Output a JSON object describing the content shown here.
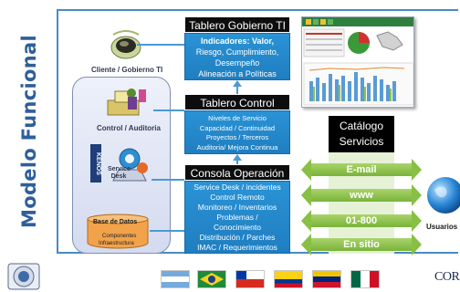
{
  "side_title": "Modelo Funcional",
  "tablero_gobierno": {
    "title": "Tablero  Gobierno TI",
    "lines": [
      "Indicadores: Valor,",
      "Riesgo, Cumplimiento,",
      "Desempeño",
      "Alineación a Políticas"
    ]
  },
  "tablero_control": {
    "title": "Tablero Control",
    "lines": [
      "Niveles de Servicio",
      "Capacidad / Continuidad",
      "Proyectos / Terceros",
      "Auditoria/  Mejora Continua"
    ]
  },
  "consola": {
    "title": "Consola Operación",
    "lines": [
      "Service Desk / incidentes",
      "Control Remoto",
      "Monitoreo / Inventarios",
      "Problemas /",
      "Conocimiento",
      "Distribución / Parches",
      "IMAC / Requerimientos"
    ]
  },
  "catalog": {
    "line1": "Catálogo",
    "line2": "Servicios"
  },
  "channels": [
    "E-mail",
    "www",
    "01-800",
    "En sitio"
  ],
  "labels": {
    "cliente": "Cliente / Gobierno TI",
    "control": "Control / Auditoria",
    "kenos": "KENOS",
    "service_desk_1": "Service",
    "service_desk_2": "Desk",
    "base_title": "Base de Datos",
    "base_l1": "Componentes",
    "base_l2": "Infraestructura",
    "usuarios": "Usuarios",
    "cor_logo": "COR"
  },
  "colors": {
    "frame": "#4a8ac4",
    "box_blue": "#2a93d6",
    "arrow_green": "#87c044",
    "title_blue": "#2f5f99"
  },
  "flags": [
    "argentina",
    "brazil",
    "chile",
    "colombia",
    "venezuela",
    "mexico"
  ]
}
